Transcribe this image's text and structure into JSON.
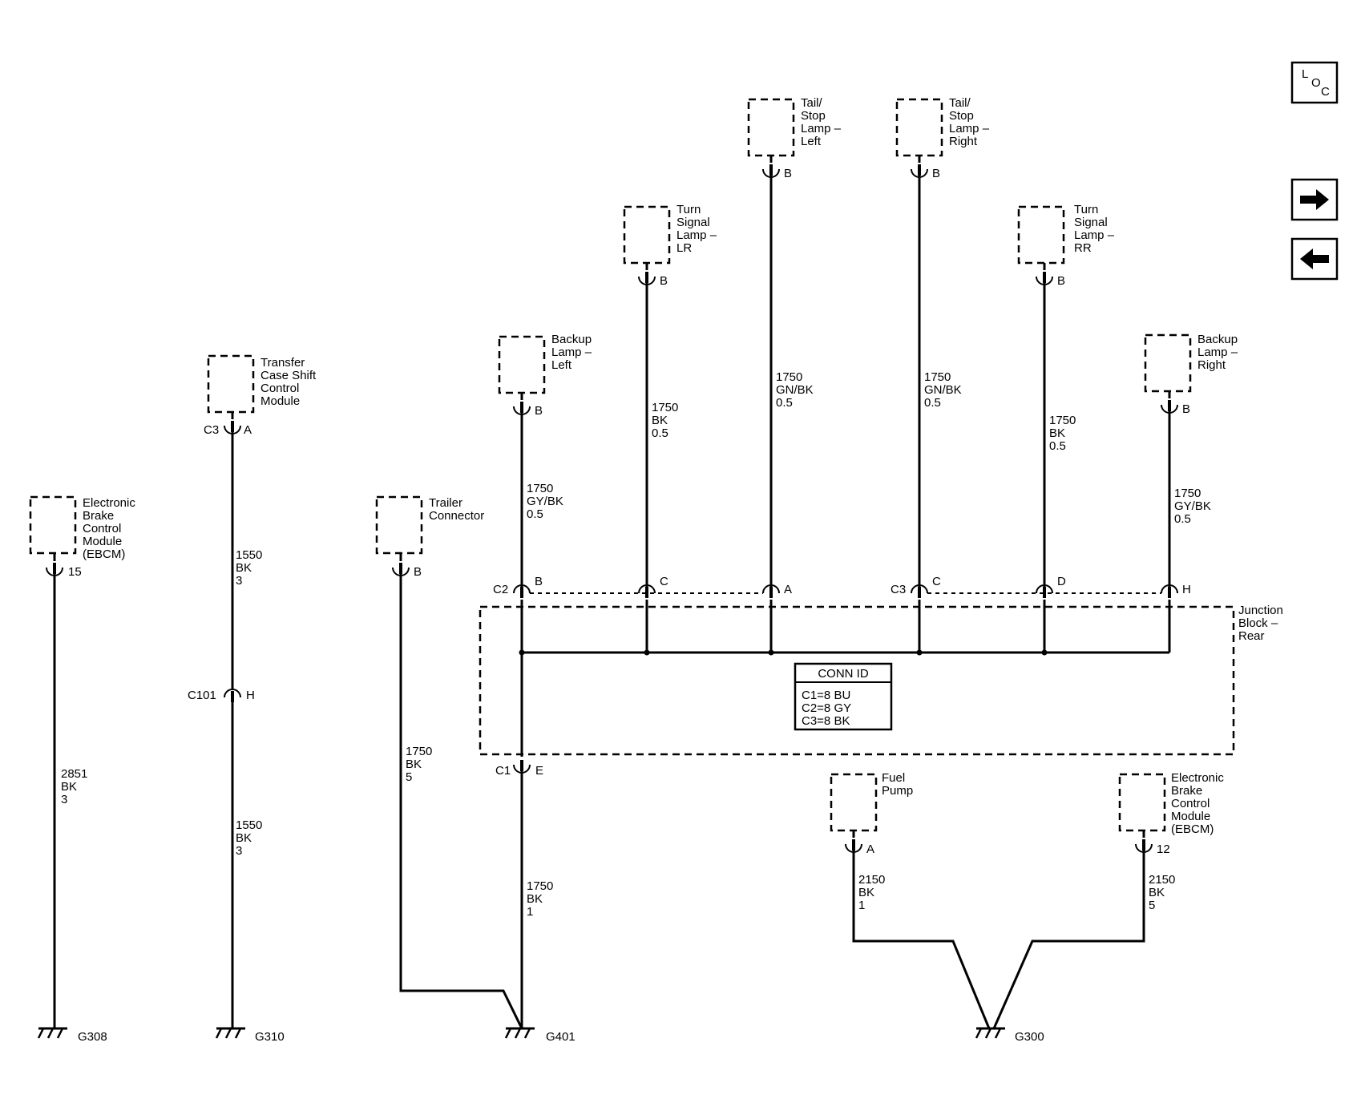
{
  "components": {
    "ebcm_left": [
      "Electronic",
      "Brake",
      "Control",
      "Module",
      "(EBCM)"
    ],
    "tcsm": [
      "Transfer",
      "Case Shift",
      "Control",
      "Module"
    ],
    "trailer": [
      "Trailer",
      "Connector"
    ],
    "backup_left": [
      "Backup",
      "Lamp –",
      "Left"
    ],
    "turn_lr": [
      "Turn",
      "Signal",
      "Lamp –",
      "LR"
    ],
    "tail_left": [
      "Tail/",
      "Stop",
      "Lamp –",
      "Left"
    ],
    "tail_right": [
      "Tail/",
      "Stop",
      "Lamp –",
      "Right"
    ],
    "turn_rr": [
      "Turn",
      "Signal",
      "Lamp –",
      "RR"
    ],
    "backup_right": [
      "Backup",
      "Lamp –",
      "Right"
    ],
    "junction": [
      "Junction",
      "Block –",
      "Rear"
    ],
    "fuel_pump": [
      "Fuel",
      "Pump"
    ],
    "ebcm_right": [
      "Electronic",
      "Brake",
      "Control",
      "Module",
      "(EBCM)"
    ]
  },
  "pins": {
    "ebcm_left": "15",
    "tcsm_conn": "C3",
    "tcsm": "A",
    "c101_conn": "C101",
    "c101": "H",
    "trailer": "B",
    "backup_left": "B",
    "turn_lr": "B",
    "tail_left": "B",
    "tail_right": "B",
    "turn_rr": "B",
    "backup_right": "B",
    "jb_c2": "C2",
    "jb_c2_b": "B",
    "jb_c2_c": "C",
    "jb_c2_a": "A",
    "jb_c3": "C3",
    "jb_c3_c": "C",
    "jb_c3_d": "D",
    "jb_c3_h": "H",
    "jb_c1": "C1",
    "jb_c1_e": "E",
    "fuel_pump": "A",
    "ebcm_right": "12"
  },
  "wires": {
    "ebcm_left": [
      "2851",
      "BK",
      "3"
    ],
    "tcsm_upper": [
      "1550",
      "BK",
      "3"
    ],
    "tcsm_lower": [
      "1550",
      "BK",
      "3"
    ],
    "trailer": [
      "1750",
      "BK",
      "5"
    ],
    "backup_left": [
      "1750",
      "GY/BK",
      "0.5"
    ],
    "turn_lr": [
      "1750",
      "BK",
      "0.5"
    ],
    "tail_left": [
      "1750",
      "GN/BK",
      "0.5"
    ],
    "tail_right": [
      "1750",
      "GN/BK",
      "0.5"
    ],
    "turn_rr": [
      "1750",
      "BK",
      "0.5"
    ],
    "backup_right": [
      "1750",
      "GY/BK",
      "0.5"
    ],
    "jb_ground": [
      "1750",
      "BK",
      "1"
    ],
    "fuel_pump": [
      "2150",
      "BK",
      "1"
    ],
    "ebcm_right": [
      "2150",
      "BK",
      "5"
    ]
  },
  "grounds": {
    "g308": "G308",
    "g310": "G310",
    "g401": "G401",
    "g300": "G300"
  },
  "conn_id": {
    "title": "CONN ID",
    "lines": [
      "C1=8 BU",
      "C2=8 GY",
      "C3=8 BK"
    ]
  },
  "nav": {
    "loc": [
      "L",
      "O",
      "C"
    ],
    "forward_icon": "arrow-right-icon",
    "back_icon": "arrow-left-icon"
  }
}
